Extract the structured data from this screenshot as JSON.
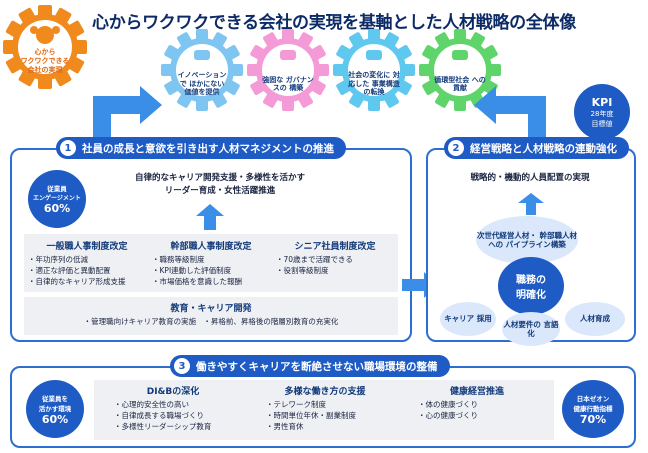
{
  "title": "心からワクワクできる会社の実現を基軸とした人材戦略の全体像",
  "vision_gear": {
    "line1": "心から",
    "line2": "ワクワクできる",
    "line3": "会社の実現"
  },
  "gears": [
    {
      "label": "イノベーションで ほかにない 価値を提供",
      "color": "#7ec5f2"
    },
    {
      "label": "強固な ガバナンスの 構築",
      "color": "#f49ad6"
    },
    {
      "label": "社会の変化に 対応した 事業構造の転換",
      "color": "#5ec8ef"
    },
    {
      "label": "循環型社会 への貢献",
      "color": "#5fd46a"
    }
  ],
  "kpi": {
    "title": "KPI",
    "line1": "28年度",
    "line2": "目標値"
  },
  "section1": {
    "num": "1",
    "title": "社員の成長と意欲を引き出す人材マネジメントの推進",
    "kpi_label1": "従業員",
    "kpi_label2": "エンゲージメント",
    "kpi_value": "60%",
    "center_line1": "自律的なキャリア開発支援・多様性を活かす",
    "center_line2": "リーダー育成・女性活躍推進",
    "columns": [
      {
        "title": "一般職人事制度改定",
        "items": [
          "年功序列の低減",
          "適正な評価と異動配置",
          "自律的なキャリア形成支援"
        ]
      },
      {
        "title": "幹部職人事制度改定",
        "items": [
          "職務等級制度",
          "KPI連動した評価制度",
          "市場価格を意識した報酬"
        ]
      },
      {
        "title": "シニア社員制度改定",
        "items": [
          "70歳まで活躍できる",
          "役割等級制度"
        ]
      }
    ],
    "edu_title": "教育・キャリア開発",
    "edu_items": [
      "管理職向けキャリア教育の実施",
      "昇格前、昇格後の階層別教育の充実化"
    ]
  },
  "section2": {
    "num": "2",
    "title": "経営戦略と人材戦略の連動強化",
    "subtitle": "戦略的・機動的人員配置の実現",
    "center_line1": "職務の",
    "center_line2": "明確化",
    "bubbles": [
      {
        "text": "次世代経営人材・ 幹部職人材への パイプライン構築"
      },
      {
        "text": "キャリア 採用"
      },
      {
        "text": "人材要件の 言語化"
      },
      {
        "text": "人材育成"
      }
    ]
  },
  "section3": {
    "num": "3",
    "title": "働きやすくキャリアを断絶させない職場環境の整備",
    "left_kpi_label1": "従業員を",
    "left_kpi_label2": "活かす環境",
    "left_kpi_value": "60%",
    "right_kpi_label1": "日本ゼオン",
    "right_kpi_label2": "健康行動指標",
    "right_kpi_value": "70%",
    "columns": [
      {
        "title": "DI&Bの深化",
        "items": [
          "心理的安全性の高い",
          "自律成長する職場づくり",
          "多様性リーダーシップ教育"
        ]
      },
      {
        "title": "多様な働き方の支援",
        "items": [
          "テレワーク制度",
          "時間単位年休・副業制度",
          "男性育休"
        ]
      },
      {
        "title": "健康経営推進",
        "items": [
          "体の健康づくり",
          "心の健康づくり"
        ]
      }
    ]
  },
  "colors": {
    "primary": "#1f5bc4",
    "accent_orange": "#f08a1c",
    "light_blue": "#dbe8fb",
    "arrow": "#3b8ee8"
  }
}
